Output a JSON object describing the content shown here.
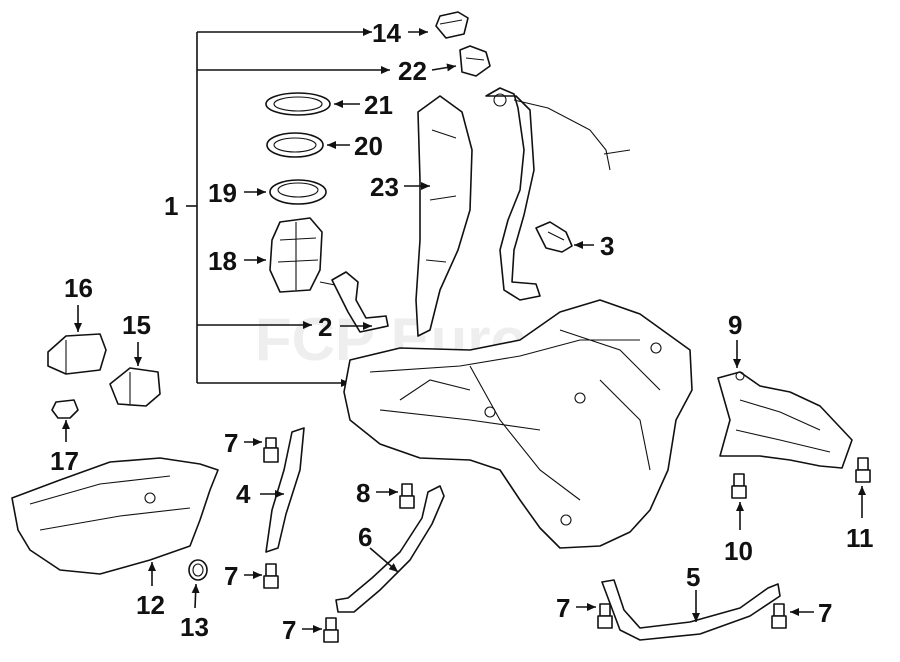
{
  "callouts": {
    "c1": "1",
    "c2": "2",
    "c3": "3",
    "c4": "4",
    "c5": "5",
    "c6": "6",
    "c7a": "7",
    "c7b": "7",
    "c7c": "7",
    "c7d": "7",
    "c7e": "7",
    "c8": "8",
    "c9": "9",
    "c10": "10",
    "c11": "11",
    "c12": "12",
    "c13": "13",
    "c14": "14",
    "c15": "15",
    "c16": "16",
    "c17": "17",
    "c18": "18",
    "c19": "19",
    "c20": "20",
    "c21": "21",
    "c22": "22",
    "c23": "23"
  },
  "watermark": "FCP Euro",
  "colors": {
    "ink": "#111111",
    "background": "#ffffff",
    "watermark": "#cfcfcf"
  }
}
